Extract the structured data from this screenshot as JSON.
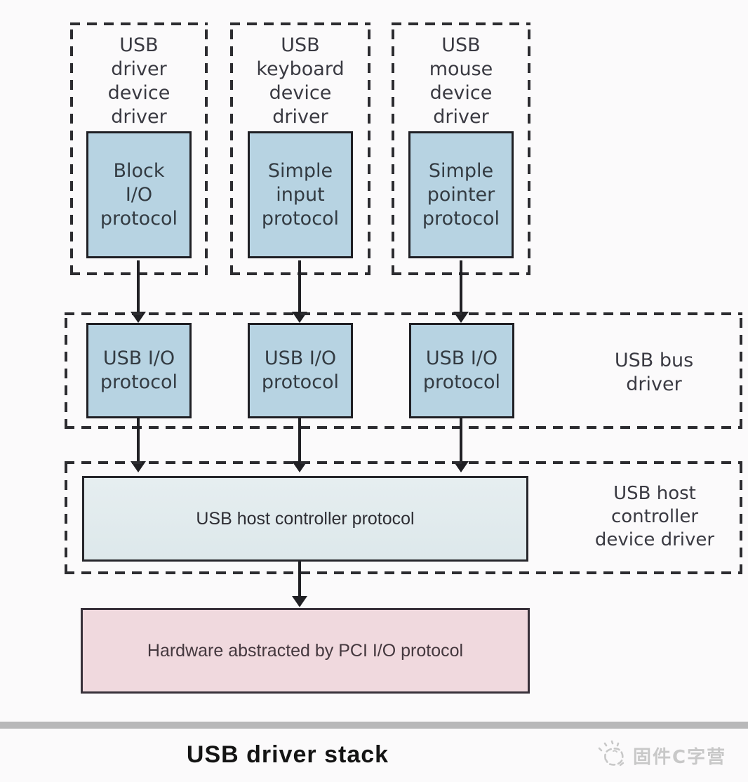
{
  "diagram": {
    "caption": "USB driver stack",
    "columns": [
      {
        "device_driver": "USB\ndriver\ndevice\ndriver",
        "protocol": "Block\nI/O\nprotocol",
        "bus_protocol": "USB I/O\nprotocol"
      },
      {
        "device_driver": "USB\nkeyboard\ndevice\ndriver",
        "protocol": "Simple\ninput\nprotocol",
        "bus_protocol": "USB I/O\nprotocol"
      },
      {
        "device_driver": "USB\nmouse\ndevice\ndriver",
        "protocol": "Simple\npointer\nprotocol",
        "bus_protocol": "USB I/O\nprotocol"
      }
    ],
    "bus_section": {
      "label": "USB bus\ndriver"
    },
    "host_section": {
      "box_label": "USB host controller protocol",
      "label": "USB host\ncontroller\ndevice driver"
    },
    "hardware_section": {
      "box_label": "Hardware abstracted by PCI I/O protocol"
    }
  },
  "brand": {
    "name": "固件C字营"
  },
  "colors": {
    "background": "#fbfafb",
    "protocol_box_fill": "#b7d3e2",
    "host_box_fill": "#e2ebee",
    "hardware_box_fill": "#f0d9de",
    "dashed_border": "#2c2c30",
    "arrow": "#202024",
    "divider_band": "#b8b8b9",
    "brand_gray": "#c8c8c8"
  }
}
